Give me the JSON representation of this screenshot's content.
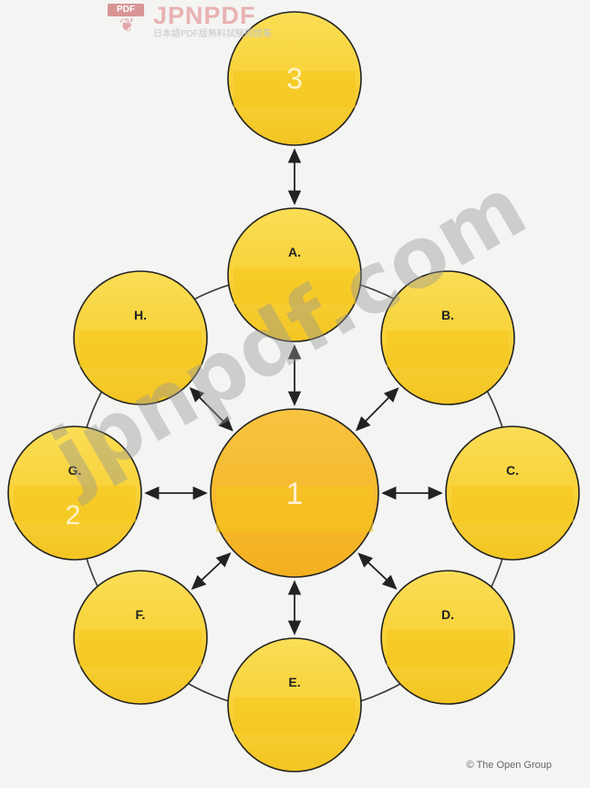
{
  "watermark": {
    "badge": "PDF",
    "brand": "JPNPDF",
    "subtitle": "日本語PDF版無料試験問題集",
    "overlay": "jpnpdf.com"
  },
  "center": {
    "id": "center",
    "label": "1"
  },
  "top": {
    "id": "top",
    "label": "3"
  },
  "satellites": [
    {
      "id": "A",
      "label": "A."
    },
    {
      "id": "B",
      "label": "B."
    },
    {
      "id": "C",
      "label": "C."
    },
    {
      "id": "D",
      "label": "D."
    },
    {
      "id": "E",
      "label": "E."
    },
    {
      "id": "F",
      "label": "F."
    },
    {
      "id": "G",
      "label": "G."
    },
    {
      "id": "H",
      "label": "H."
    }
  ],
  "g_overlay_label": "2",
  "copyright": "© The Open Group",
  "colors": {
    "circle_fill": "#f8d33c",
    "circle_band": "#f6c71b",
    "center_fill": "#f6ba2c",
    "arrow": "#222222"
  }
}
